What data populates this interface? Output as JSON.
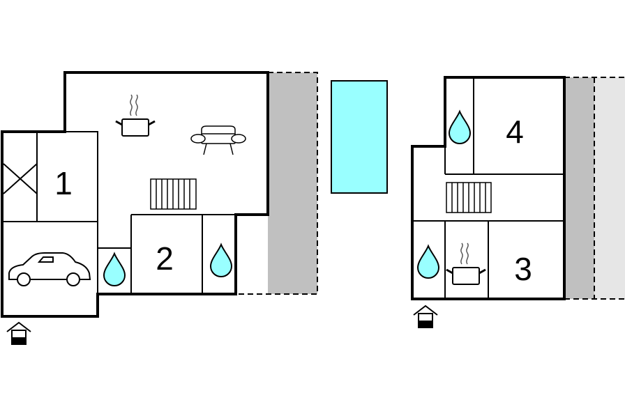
{
  "floor_plan": {
    "rooms": [
      {
        "number": "1",
        "type": "bedroom"
      },
      {
        "number": "2",
        "type": "bedroom"
      },
      {
        "number": "3",
        "type": "bedroom"
      },
      {
        "number": "4",
        "type": "bedroom"
      }
    ],
    "icons": [
      "cooking-pot-icon",
      "sofa-icon",
      "stairs-icon",
      "water-drop-icon",
      "car-icon",
      "entrance-icon"
    ],
    "colors": {
      "wall": "#000000",
      "terrace": "#c0c0c0",
      "terrace_light": "#e6e6e6",
      "pool": "#99ffff",
      "water_drop": "#99ffff",
      "background": "#ffffff"
    }
  }
}
